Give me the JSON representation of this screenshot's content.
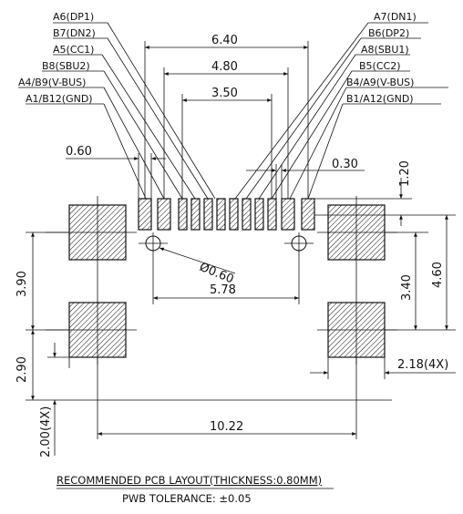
{
  "pin_labels_left": [
    "A6(DP1)",
    "B7(DN2)",
    "A5(CC1)",
    "B8(SBU2)",
    "A4/B9(V-BUS)",
    "A1/B12(GND)"
  ],
  "pin_labels_right": [
    "A7(DN1)",
    "B6(DP2)",
    "A8(SBU1)",
    "B5(CC2)",
    "B4/A9(V-BUS)",
    "B1/A12(GND)"
  ],
  "dimensions": {
    "span_outer": "6.40",
    "span_mid": "4.80",
    "span_inner": "3.50",
    "pad_width": "0.60",
    "pad_pitch": "0.30",
    "pad_length": "1.20",
    "hole_diameter": "Ø0.60",
    "hole_spacing": "5.78",
    "shell_height_left": "3.90",
    "shell_height_right": "3.40",
    "shell_total_right": "4.60",
    "shell_lower": "2.90",
    "shell_pad_right": "2.18(4X)",
    "shell_pad_bottom": "2.00(4X)",
    "shell_span": "10.22"
  },
  "notes": {
    "title": "RECOMMENDED PCB LAYOUT(THICKNESS:0.80MM)",
    "tolerance": "PWB TOLERANCE: ±0.05"
  }
}
